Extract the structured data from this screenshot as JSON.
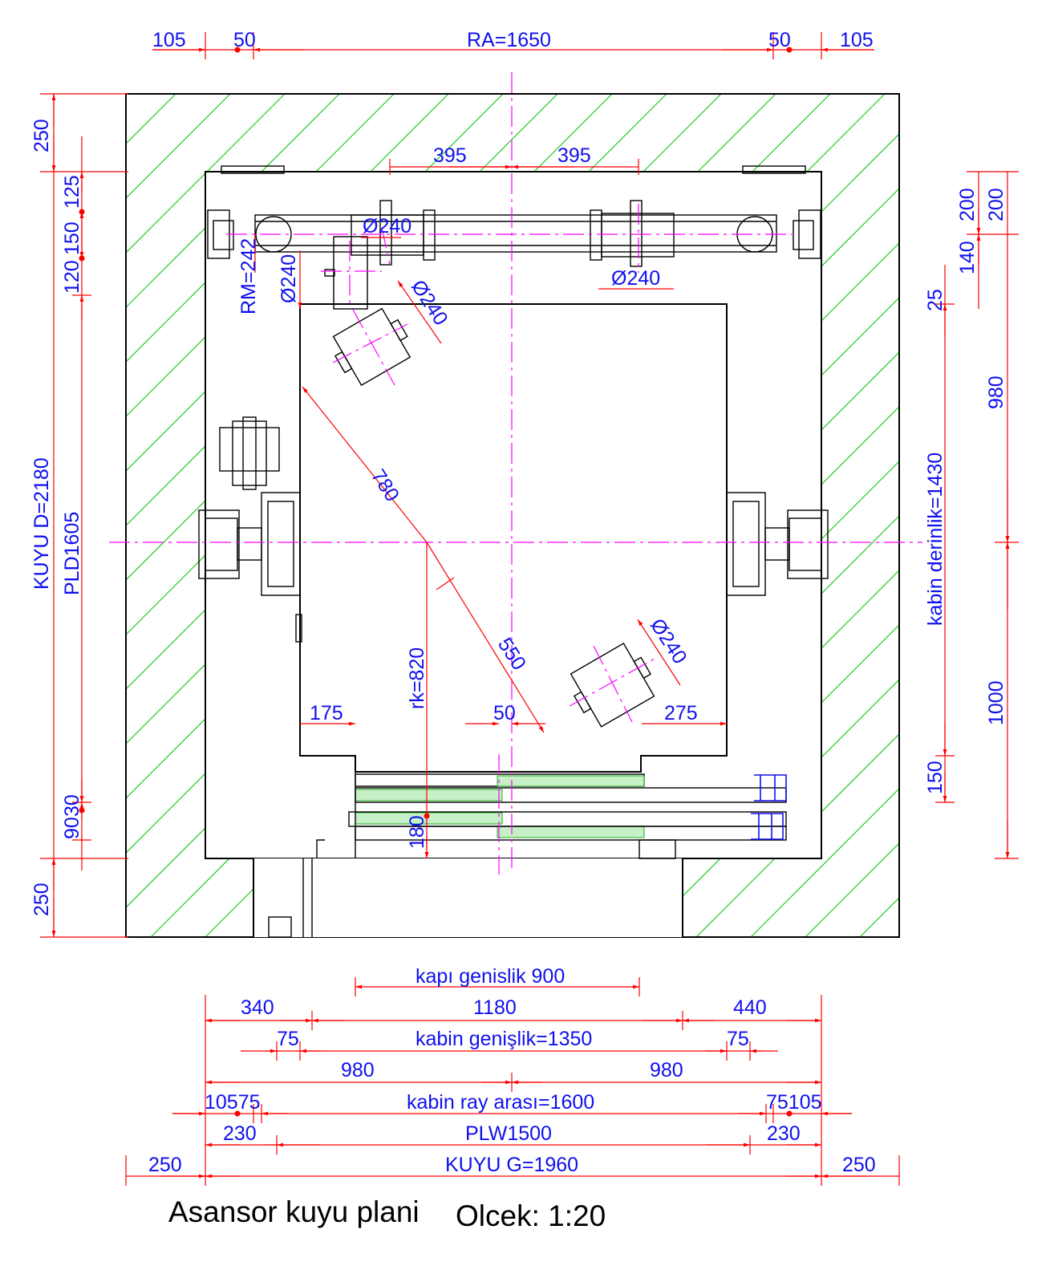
{
  "drawing_title": "Asansor kuyu plani",
  "scale_label": "Olcek: 1:20",
  "colors": {
    "dimension": "#1010ee",
    "dimension_line": "#ff0000",
    "centerline": "#ff00ff",
    "hatch": "#22cc22",
    "outline": "#000000"
  },
  "top_dims": {
    "d105_left": "105",
    "d50_left": "50",
    "ra": "RA=1650",
    "d50_right": "50",
    "d105_right": "105"
  },
  "inner_top": {
    "d395_left": "395",
    "d395_right": "395"
  },
  "pulleys": {
    "dia_top": "Ø240",
    "dia_right": "Ø240",
    "dia_left_vertical": "Ø240",
    "dia_diag": "Ø240",
    "dia_lower": "Ø240",
    "rm": "RM=242"
  },
  "left_dims": {
    "d250_top": "250",
    "d125": "125",
    "d150": "150",
    "d120": "120",
    "kuyu_d": "KUYU D=2180",
    "pld": "PLD1605",
    "d90": "90",
    "d30": "30",
    "d250_bottom": "250"
  },
  "right_dims": {
    "d200_a": "200",
    "d200_b": "200",
    "d140": "140",
    "d25": "25",
    "d980": "980",
    "kabin_derinlik": "kabin derinlik=1430",
    "d1000": "1000",
    "d150": "150"
  },
  "inner_dims": {
    "d780": "780",
    "d550": "550",
    "rk": "rk=820",
    "d175": "175",
    "d50": "50",
    "d275": "275",
    "d180": "180"
  },
  "bottom_dims": {
    "kapi": "kapı genislik 900",
    "d340": "340",
    "d1180": "1180",
    "d440": "440",
    "d75_left": "75",
    "kabin_genislik": "kabin genişlik=1350",
    "d75_right": "75",
    "d980_left": "980",
    "d980_right": "980",
    "d10575": "10575",
    "ray_arasi": "kabin  ray arası=1600",
    "d75105": "75105",
    "d230_left": "230",
    "plw": "PLW1500",
    "d230_right": "230",
    "d250_left": "250",
    "kuyu_g": "KUYU G=1960",
    "d250_right": "250"
  }
}
